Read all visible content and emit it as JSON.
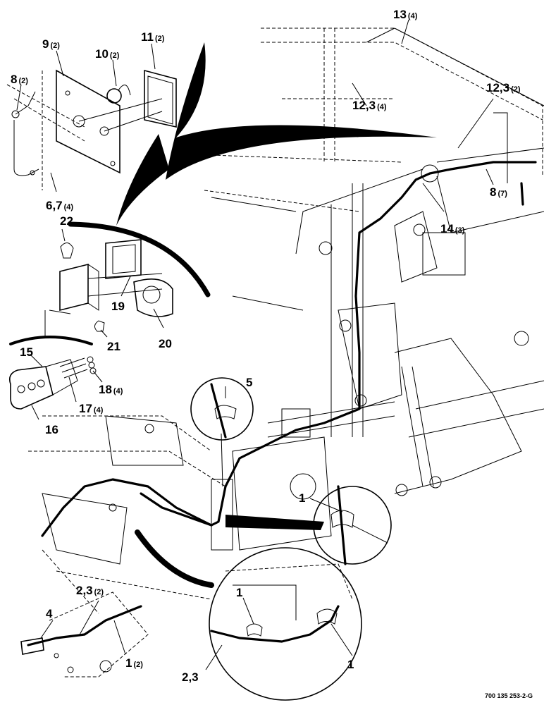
{
  "callouts": [
    {
      "id": "c13",
      "label": "13",
      "qty": "(4)"
    },
    {
      "id": "c9",
      "label": "9",
      "qty": "(2)"
    },
    {
      "id": "c10",
      "label": "10",
      "qty": "(2)"
    },
    {
      "id": "c11",
      "label": "11",
      "qty": "(2)"
    },
    {
      "id": "c8a",
      "label": "8",
      "qty": "(2)"
    },
    {
      "id": "c123a",
      "label": "12,3",
      "qty": "(4)"
    },
    {
      "id": "c123b",
      "label": "12,3",
      "qty": "(2)"
    },
    {
      "id": "c67",
      "label": "6,7",
      "qty": "(4)"
    },
    {
      "id": "c8b",
      "label": "8",
      "qty": "(7)"
    },
    {
      "id": "c14",
      "label": "14",
      "qty": "(3)"
    },
    {
      "id": "c22",
      "label": "22",
      "qty": ""
    },
    {
      "id": "c19",
      "label": "19",
      "qty": ""
    },
    {
      "id": "c20",
      "label": "20",
      "qty": ""
    },
    {
      "id": "c21",
      "label": "21",
      "qty": ""
    },
    {
      "id": "c15",
      "label": "15",
      "qty": ""
    },
    {
      "id": "c18",
      "label": "18",
      "qty": "(4)"
    },
    {
      "id": "c17",
      "label": "17",
      "qty": "(4)"
    },
    {
      "id": "c16",
      "label": "16",
      "qty": ""
    },
    {
      "id": "c5",
      "label": "5",
      "qty": ""
    },
    {
      "id": "c1a",
      "label": "1",
      "qty": ""
    },
    {
      "id": "c4",
      "label": "4",
      "qty": ""
    },
    {
      "id": "c23a",
      "label": "2,3",
      "qty": "(2)"
    },
    {
      "id": "c1b",
      "label": "1",
      "qty": "(2)"
    },
    {
      "id": "c1c",
      "label": "1",
      "qty": ""
    },
    {
      "id": "c23b",
      "label": "2,3",
      "qty": ""
    },
    {
      "id": "c1d",
      "label": "1",
      "qty": ""
    }
  ],
  "drawing_code": "700 135 253-2-G"
}
